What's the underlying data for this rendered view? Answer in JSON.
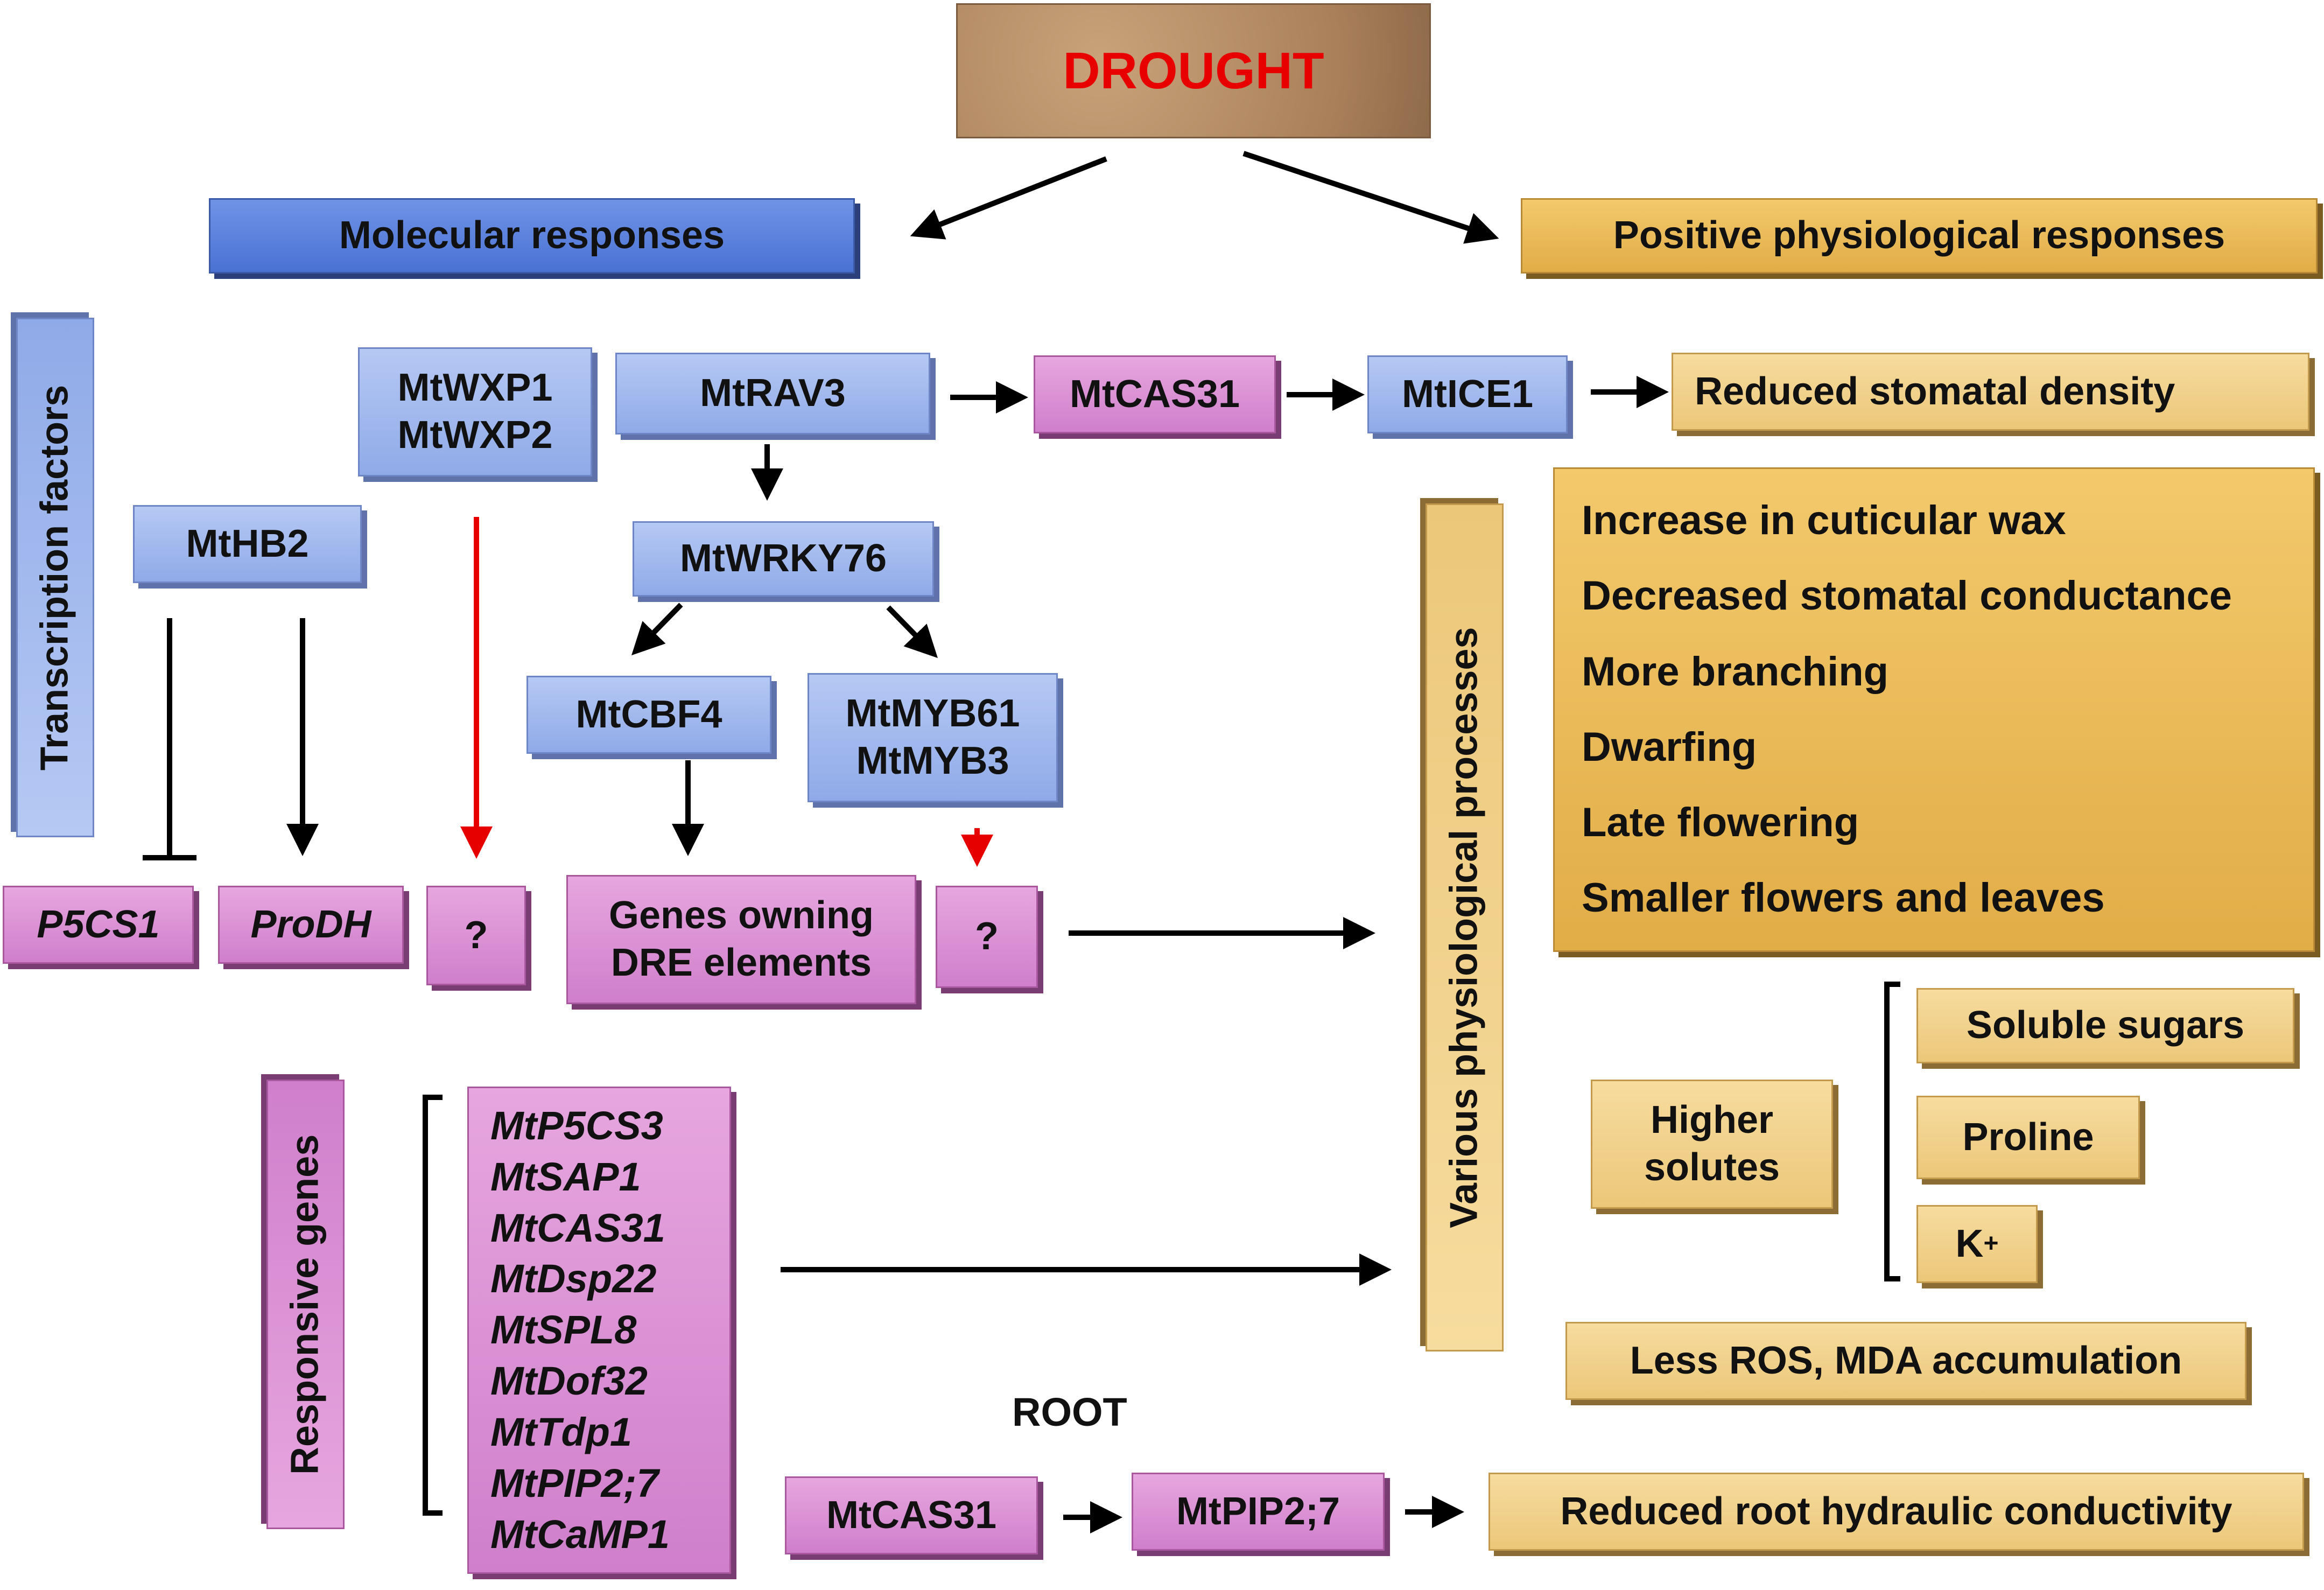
{
  "drought": "DROUGHT",
  "molecular": "Molecular responses",
  "physio_title": "Positive physiological responses",
  "transcription_factors": "Transcription factors",
  "responsive_genes": "Responsive genes",
  "various_processes": "Various physiological processes",
  "root": "ROOT",
  "tf": {
    "wxp1": "MtWXP1",
    "wxp2": "MtWXP2",
    "rav3": "MtRAV3",
    "cas31": "MtCAS31",
    "ice1": "MtICE1",
    "hb2": "MtHB2",
    "wrky76": "MtWRKY76",
    "cbf4": "MtCBF4",
    "myb61": "MtMYB61",
    "myb3": "MtMYB3"
  },
  "targets": {
    "p5cs1": "P5CS1",
    "prodh": "ProDH",
    "q1": "?",
    "dre_line1": "Genes owning",
    "dre_line2": "DRE elements",
    "q2": "?"
  },
  "responsive_list": [
    "MtP5CS3",
    "MtSAP1",
    "MtCAS31",
    "MtDsp22",
    "MtSPL8",
    "MtDof32",
    "MtTdp1",
    "MtPIP2;7",
    "MtCaMP1"
  ],
  "outcomes": {
    "stomatal_density": "Reduced stomatal density",
    "processes": [
      "Increase in cuticular wax",
      "Decreased  stomatal conductance",
      "More branching",
      "Dwarfing",
      "Late flowering",
      "Smaller flowers and leaves"
    ],
    "higher1": "Higher",
    "higher2": "solutes",
    "sugars": "Soluble sugars",
    "proline": "Proline",
    "k_base": "K",
    "k_sup": "+",
    "ros": "Less ROS, MDA accumulation",
    "root_hydraulic": "Reduced root hydraulic conductivity"
  },
  "root_path": {
    "cas31": "MtCAS31",
    "pip27": "MtPIP2;7"
  },
  "colors": {
    "drought_text": "#e80000",
    "molecular": "#4f77d8",
    "tf_node": "#a3bbee",
    "gene_node": "#d98fd3",
    "physio_dark": "#e8b850",
    "physio_light": "#f1d08a",
    "red_arrow": "#e60000"
  }
}
